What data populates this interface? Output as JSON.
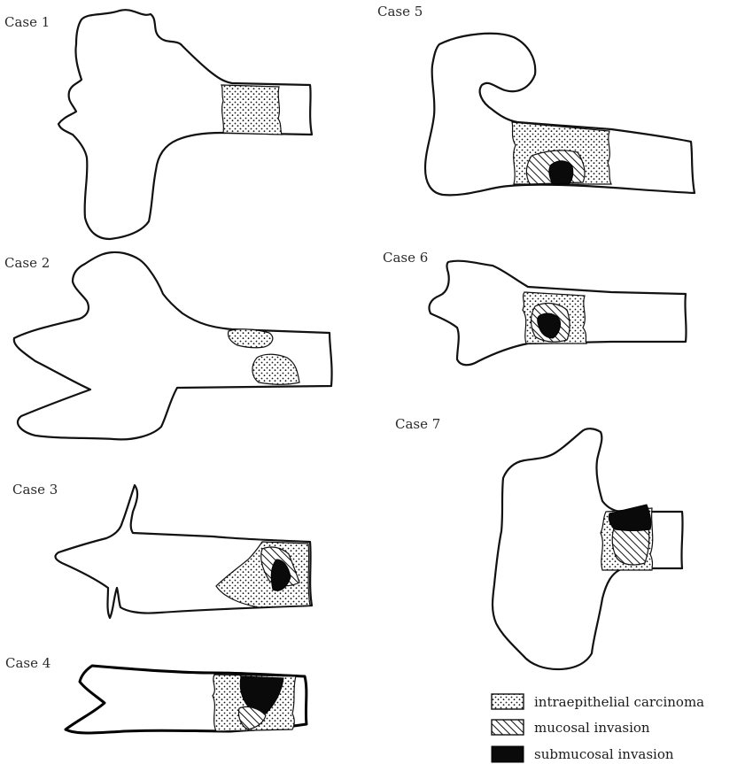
{
  "cases": [
    {
      "label": "Case 1"
    },
    {
      "label": "Case 2"
    },
    {
      "label": "Case 3"
    },
    {
      "label": "Case 4"
    },
    {
      "label": "Case 5"
    },
    {
      "label": "Case 6"
    },
    {
      "label": "Case 7"
    }
  ],
  "legend": {
    "items": [
      {
        "label": "intraepithelial carcinoma",
        "pattern": "dots"
      },
      {
        "label": "mucosal invasion",
        "pattern": "hatch"
      },
      {
        "label": "submucosal invasion",
        "pattern": "solid"
      }
    ]
  }
}
